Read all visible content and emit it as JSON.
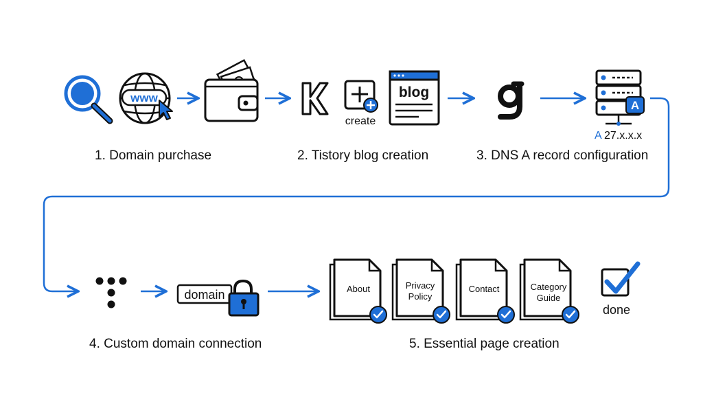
{
  "steps": [
    {
      "label": "1. Domain purchase"
    },
    {
      "label": "2. Tistory blog creation"
    },
    {
      "label": "3. DNS A record configuration"
    },
    {
      "label": "4. Custom domain connection"
    },
    {
      "label": "5. Essential page creation"
    }
  ],
  "icons": {
    "www_text": "www",
    "create_text": "create",
    "blog_text": "blog",
    "server_badge": "A",
    "a_record_type": "A",
    "a_record_value": "27.x.x.x",
    "domain_text": "domain",
    "done_text": "done"
  },
  "pages": [
    {
      "line1": "About",
      "line2": ""
    },
    {
      "line1": "Privacy",
      "line2": "Policy"
    },
    {
      "line1": "Contact",
      "line2": ""
    },
    {
      "line1": "Category",
      "line2": "Guide"
    }
  ],
  "colors": {
    "accent": "#1f6fd6",
    "ink": "#111111"
  }
}
